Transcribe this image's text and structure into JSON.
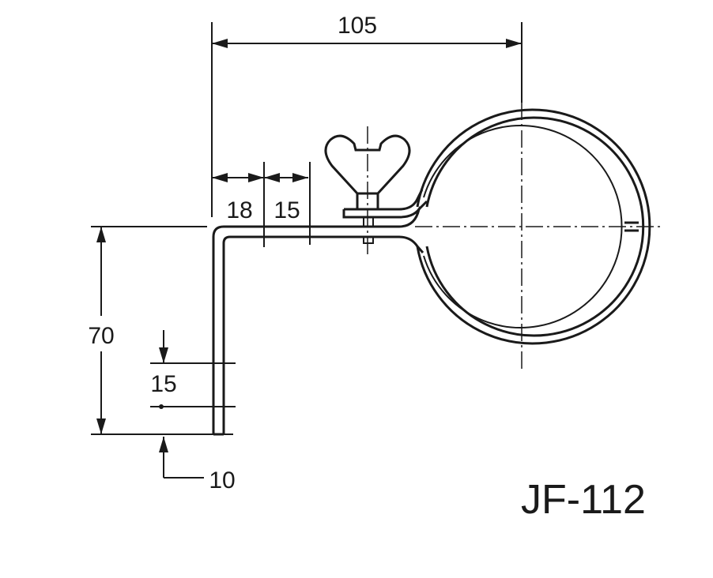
{
  "drawing": {
    "model": "JF-112",
    "dimensions": {
      "overall_width": "105",
      "offset_a": "18",
      "offset_b": "15",
      "height": "70",
      "hole_spacing": "15",
      "hole_offset": "10"
    }
  }
}
